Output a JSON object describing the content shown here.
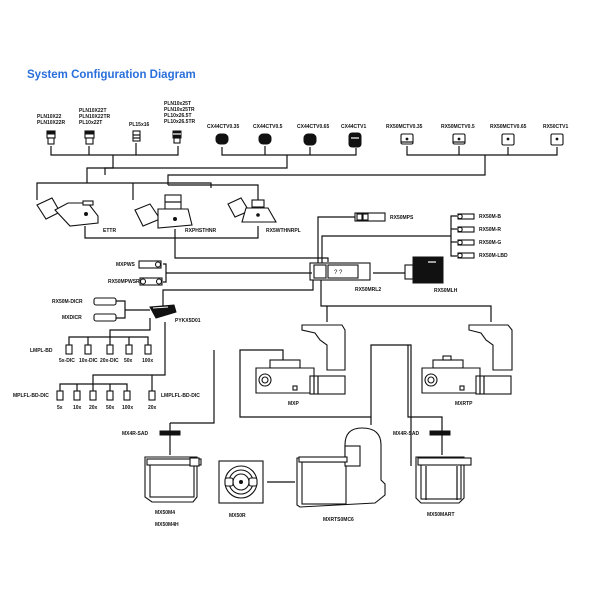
{
  "title": "System Configuration Diagram",
  "colors": {
    "title": "#2a6fdb",
    "line": "#111111",
    "background": "#ffffff"
  },
  "eyepieces": [
    {
      "labels": [
        "PLN10X22",
        "PLN10X22R"
      ]
    },
    {
      "labels": [
        "PLN10X22T",
        "PLN10X22TR",
        "PL10x22T"
      ]
    },
    {
      "labels": [
        "PL15x16"
      ]
    },
    {
      "labels": [
        "PLN10x25T",
        "PLN10x25TR",
        "PL10x26.5T",
        "PL10x26.5TR"
      ]
    }
  ],
  "camera_adapters_cx": [
    "CX44CTV0.35",
    "CX44CTV0.5",
    "CX44CTV0.65",
    "CX44CTV1"
  ],
  "camera_adapters_rx": [
    "RX50MCTV0.35",
    "RX50MCTV0.5",
    "RX50MCTV0.65",
    "RX50CTV1"
  ],
  "tubes": [
    "ETTR",
    "RXPHSTHNR",
    "RX5WTHNRPL"
  ],
  "illumination": {
    "power_supply": "RX50MPS",
    "filters": [
      "RX50M-B",
      "RX50M-R",
      "RX50M-G",
      "RX50M-LBD"
    ],
    "reflector": "RX50MRL2",
    "lamp_house": "RX50MLH"
  },
  "polarizers": [
    "MXPWS",
    "RX50MPWSR"
  ],
  "dic": {
    "sliders": [
      "RX50M-DICR",
      "MXDICR"
    ],
    "nosepiece": "PYKX5D01"
  },
  "objectives_lmpl": {
    "label": "LMPL-BD",
    "items": [
      "5x-DIC",
      "10x-DIC",
      "20x-DIC",
      "50x",
      "100x"
    ]
  },
  "objectives_mplfl": {
    "label": "MPLFL-BD-DIC",
    "items": [
      "5x",
      "10x",
      "20x",
      "50x",
      "100x"
    ]
  },
  "objectives_lmplfl": {
    "label": "LMPLFL-BD-DIC",
    "items": [
      "20x"
    ]
  },
  "stands": [
    "MXP",
    "MXRTP"
  ],
  "stage_adapters": [
    "MX4R-SAD",
    "MX4R-SAD"
  ],
  "stages": {
    "left": [
      "MX50M4",
      "MX50M4H"
    ],
    "rotary": "MX50R",
    "large": "MXRTS0MC6",
    "right": "MX50MART"
  }
}
